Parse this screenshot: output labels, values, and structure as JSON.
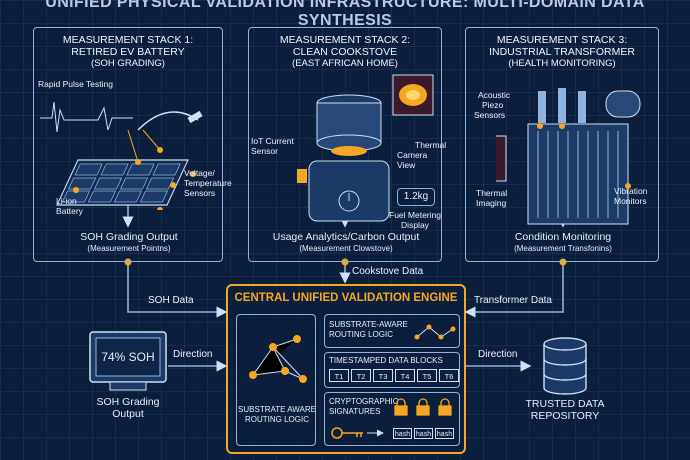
{
  "title": "UNIFIED PHYSICAL VALIDATION INFRASTRUCTURE: MULTI-DOMAIN DATA SYNTHESIS",
  "stack1": {
    "line1": "MEASUREMENT STACK 1:",
    "line2": "RETIRED EV BATTERY",
    "sub": "(SOH GRADING)",
    "labels": {
      "pulse": "Rapid Pulse Testing",
      "sensors1": "Voltage/",
      "sensors2": "Temperature",
      "sensors3": "Sensors",
      "batt1": "Li-ion",
      "batt2": "Battery"
    },
    "out": "SOH Grading Output",
    "out_sub": "(Measurement Pointns)"
  },
  "stack2": {
    "line1": "MEASUREMENT STACK 2:",
    "line2": "CLEAN COOKSTOVE",
    "sub": "(EAST AFRICAN HOME)",
    "labels": {
      "iot1": "IoT Current",
      "iot2": "Sensor",
      "therm1": "Thermal",
      "therm2": "Camera View",
      "reading": "1.2kg",
      "fuel1": "Fuel Metering",
      "fuel2": "Display"
    },
    "out": "Usage Analytics/Carbon Output",
    "out_sub": "(Measurement Clowstove)"
  },
  "stack3": {
    "line1": "MEASUREMENT STACK 3:",
    "line2": "INDUSTRIAL TRANSFORMER",
    "sub": "(HEALTH MONITORING)",
    "labels": {
      "ac1": "Acoustic",
      "ac2": "Piezo",
      "ac3": "Sensors",
      "ti1": "Thermal",
      "ti2": "Imaging",
      "vm1": "Vibration",
      "vm2": "Monitors"
    },
    "out": "Condition Monitoring",
    "out_sub": "(Measurement Transfonins)"
  },
  "flows": {
    "cook": "Cookstove Data",
    "soh": "SOH Data",
    "trans": "Transformer Data",
    "dir_left": "Direction",
    "dir_right": "Direction"
  },
  "engine": {
    "title": "CENTRAL UNIFIED VALIDATION ENGINE",
    "left_label1": "SUBSTRATE AWARE",
    "left_label2": "ROUTING LOGIC",
    "routing1": "SUBSTRATE-AWARE",
    "routing2": "ROUTING LOGIC",
    "blocks": "TIMESTAMPED DATA BLOCKS",
    "t": [
      "T1",
      "T2",
      "T3",
      "T4",
      "T5",
      "T6"
    ],
    "sig1": "CRYPTOGRAPHIC",
    "sig2": "SIGNATURES",
    "hash": [
      "hash",
      "hash",
      "hash"
    ]
  },
  "soh_display": {
    "value": "74% SOH",
    "out1": "SOH Grading",
    "out2": "Output"
  },
  "repo": {
    "l1": "TRUSTED DATA",
    "l2": "REPOSITORY"
  },
  "colors": {
    "bg": "#0b1f3d",
    "line": "#8fb3dd",
    "accent": "#f5a623",
    "node": "#f5a623"
  }
}
